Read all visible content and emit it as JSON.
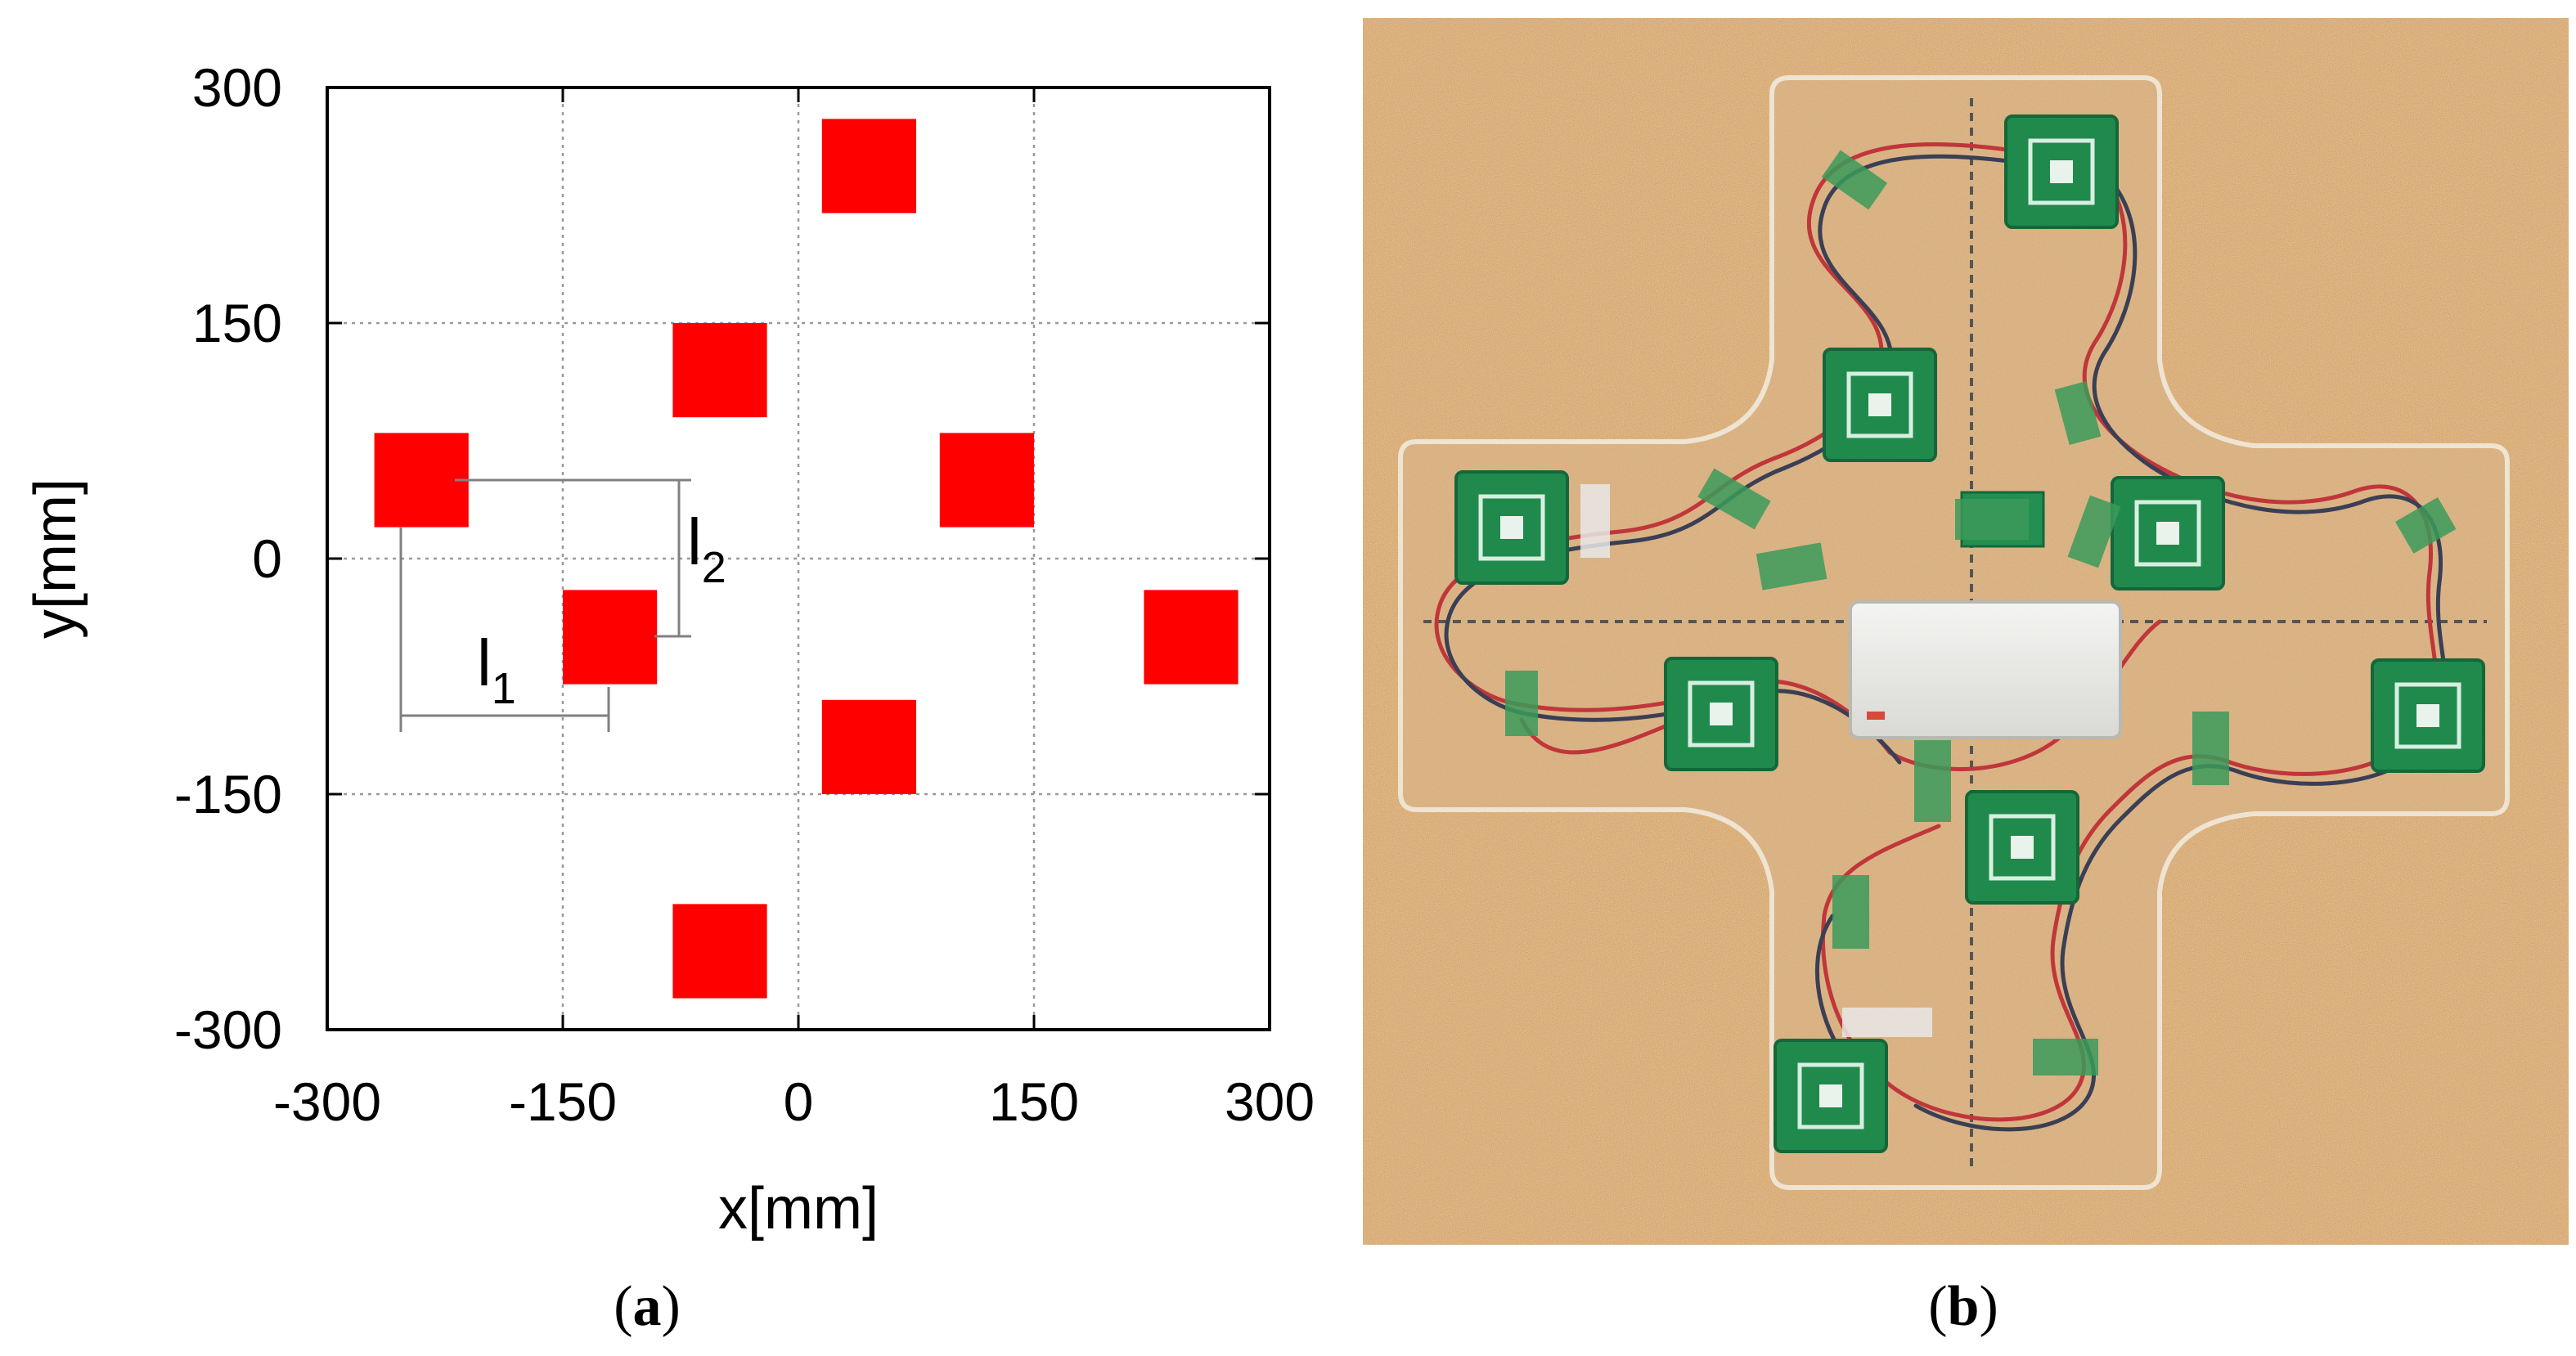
{
  "panel_a": {
    "label_open": "(",
    "label_letter": "a",
    "label_close": ")",
    "xlabel": "x[mm]",
    "ylabel": "y[mm]",
    "x_ticks": [
      "-300",
      "-150",
      "0",
      "150",
      "300"
    ],
    "y_ticks": [
      "300",
      "150",
      "0",
      "-150",
      "-300"
    ],
    "dim_l1": "l",
    "dim_l1_sub": "1",
    "dim_l2": "l",
    "dim_l2_sub": "2",
    "marker_color": "#ff0000"
  },
  "panel_b": {
    "label_open": "(",
    "label_letter": "b",
    "label_close": ")"
  },
  "chart_data": {
    "type": "scatter",
    "marker": "filled-square",
    "marker_size_mm": 60,
    "xlabel": "x[mm]",
    "ylabel": "y[mm]",
    "xlim": [
      -300,
      300
    ],
    "ylim": [
      -300,
      300
    ],
    "xticks": [
      -300,
      -150,
      0,
      150,
      300
    ],
    "yticks": [
      -300,
      -150,
      0,
      150,
      300
    ],
    "grid": true,
    "points": [
      {
        "x": 45,
        "y": 250
      },
      {
        "x": -50,
        "y": 120
      },
      {
        "x": -240,
        "y": 50
      },
      {
        "x": 120,
        "y": 50
      },
      {
        "x": -120,
        "y": -50
      },
      {
        "x": 250,
        "y": -50
      },
      {
        "x": 45,
        "y": -120
      },
      {
        "x": -50,
        "y": -250
      }
    ]
  }
}
